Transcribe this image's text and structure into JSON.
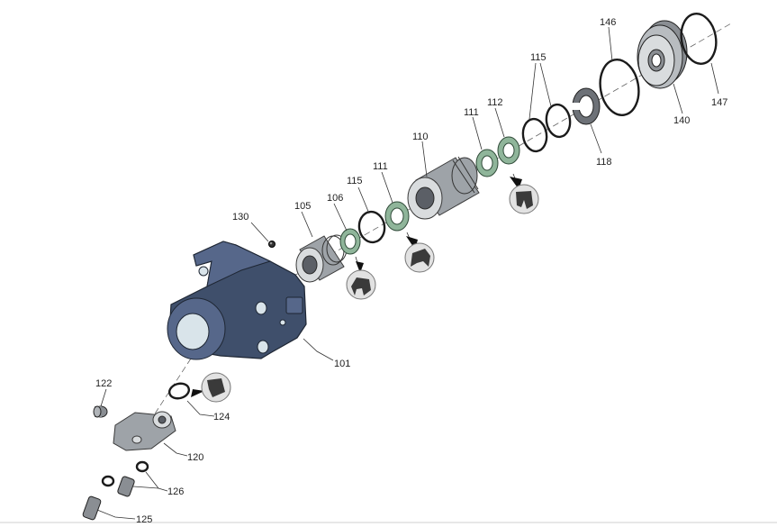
{
  "callouts": {
    "c101": "101",
    "c105": "105",
    "c106": "106",
    "c110": "110",
    "c111a": "111",
    "c111b": "111",
    "c112": "112",
    "c115a": "115",
    "c115b": "115",
    "c118": "118",
    "c120": "120",
    "c122": "122",
    "c124": "124",
    "c125": "125",
    "c126": "126",
    "c130": "130",
    "c140": "140",
    "c146": "146",
    "c147": "147"
  },
  "colors": {
    "housing": "#3f4f6b",
    "seal_green": "#8fb59a",
    "o_ring": "#1b1b1b",
    "steel": "#9ea3a8"
  }
}
